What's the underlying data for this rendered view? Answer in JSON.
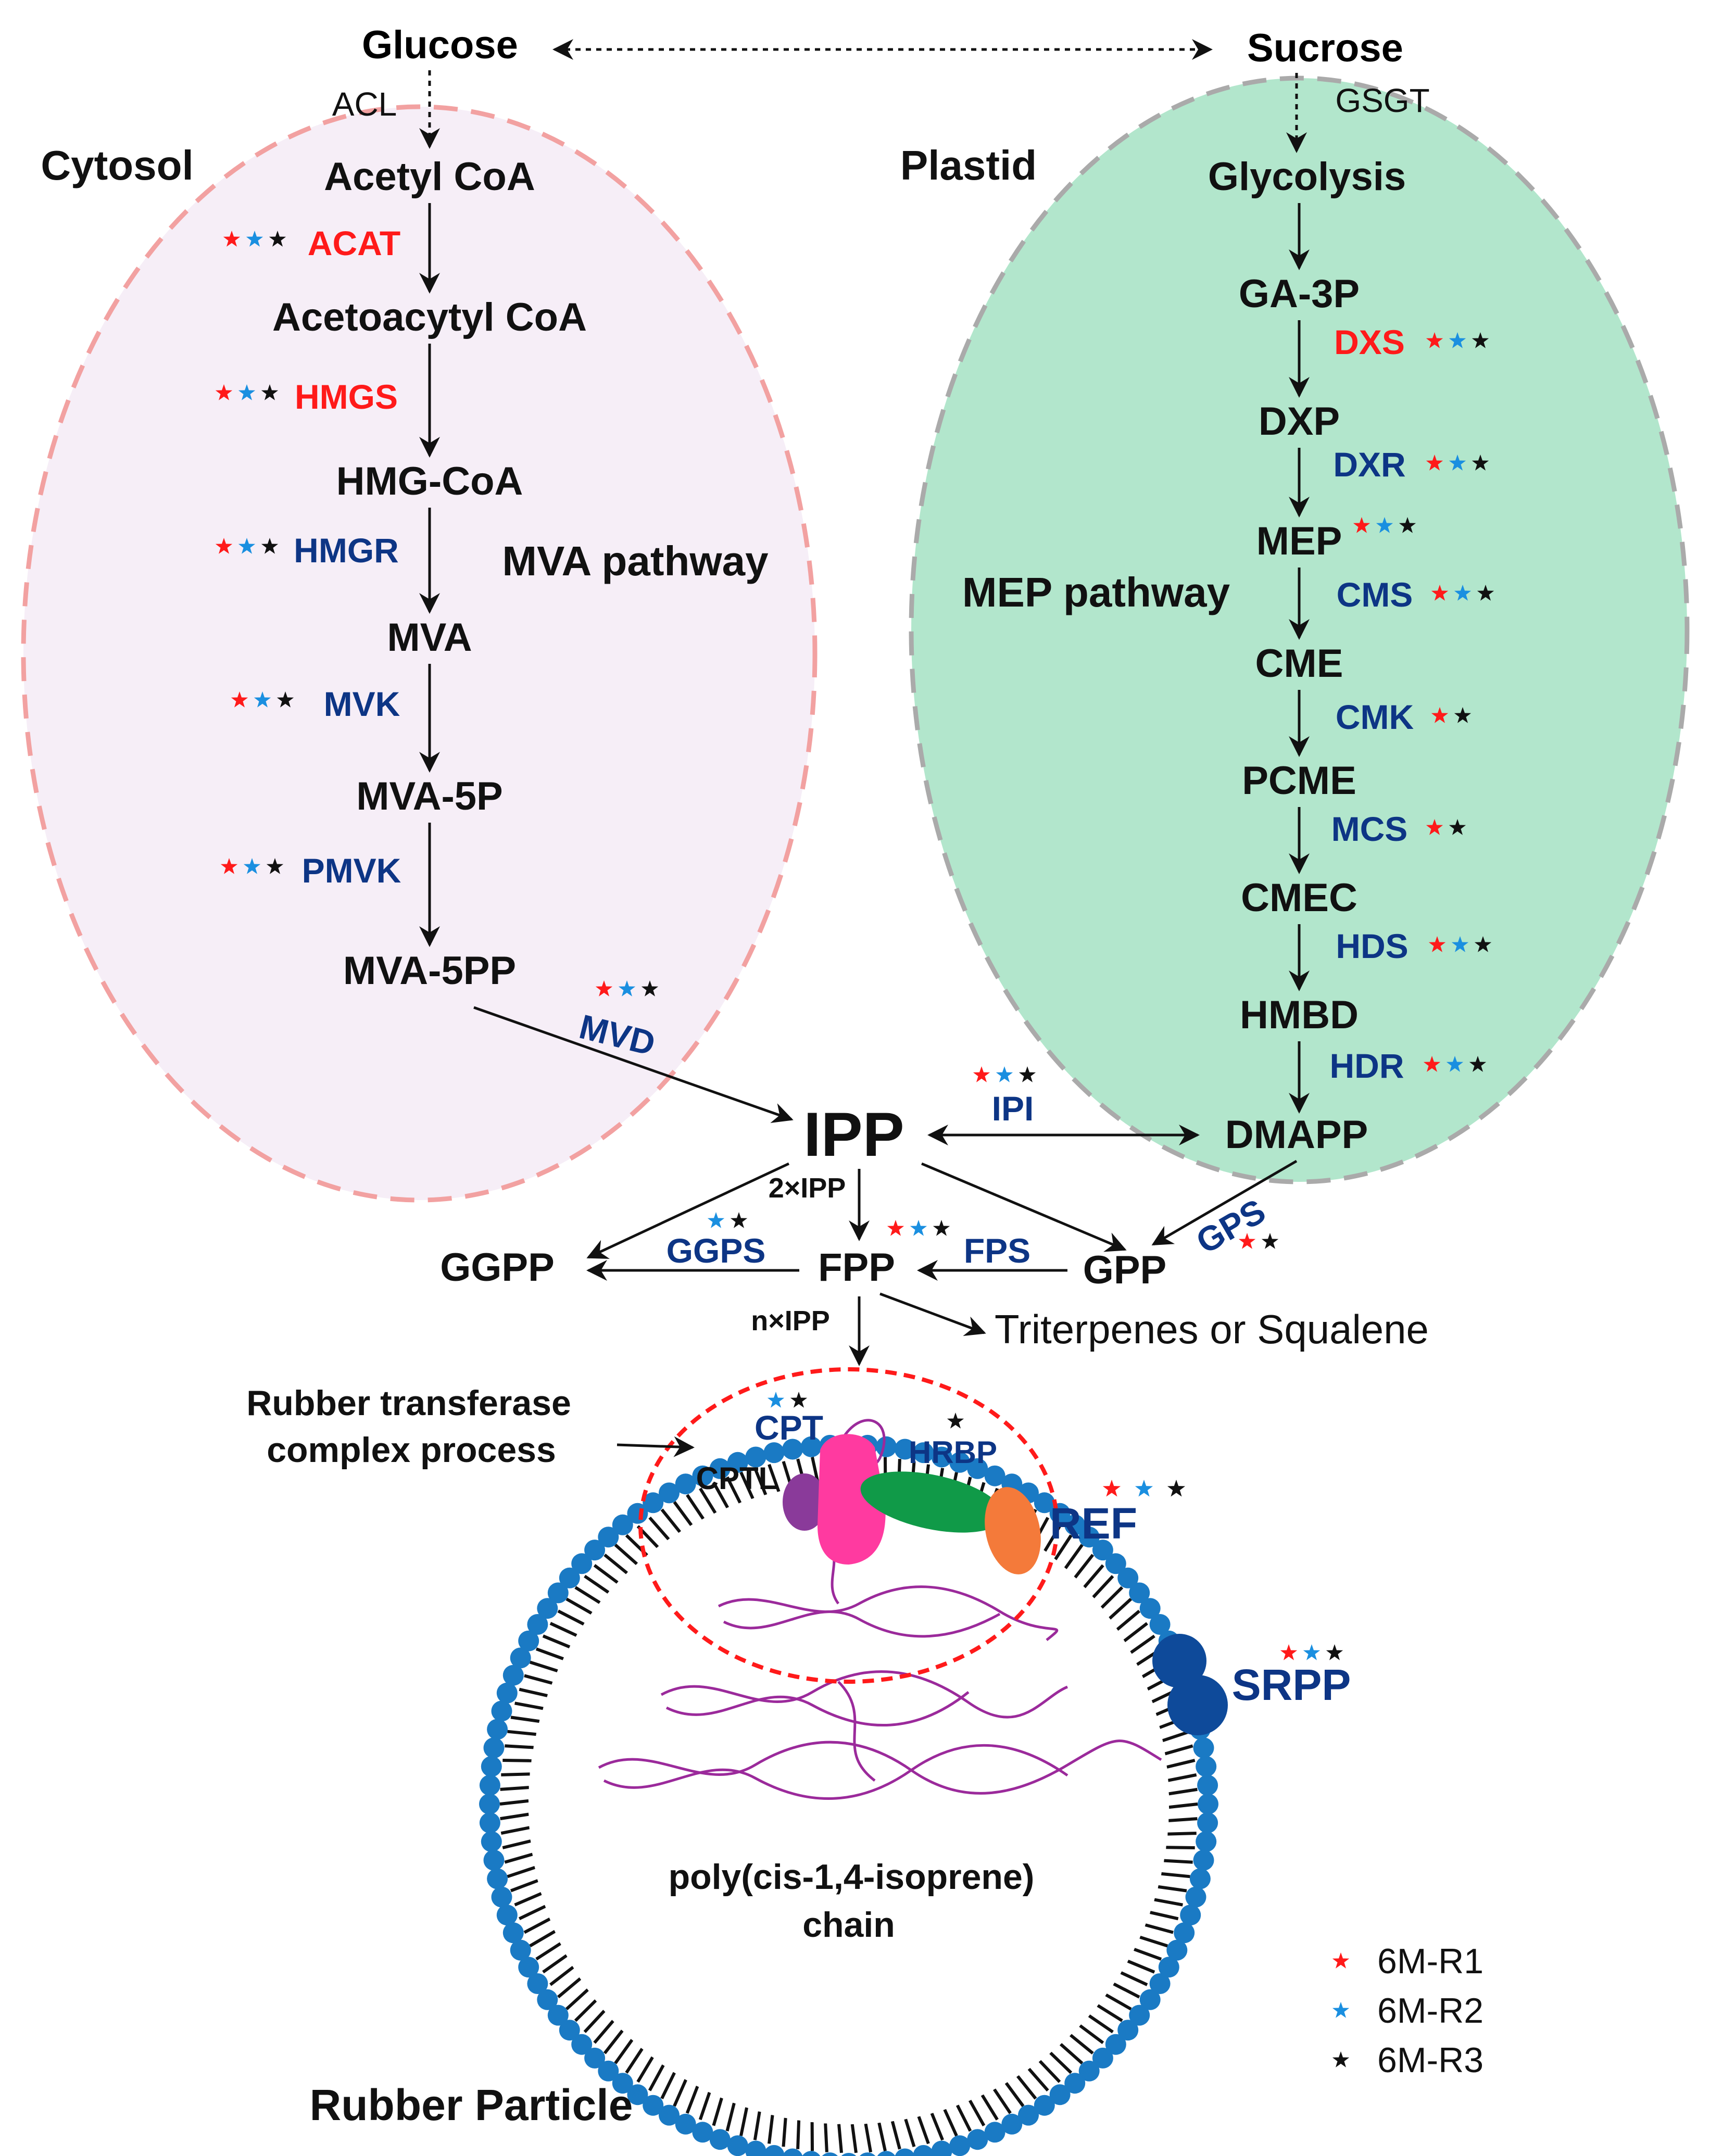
{
  "colors": {
    "red": "#ff1a1a",
    "blue": "#1a8fe0",
    "black": "#111111",
    "enzyme_blue": "#0d3585",
    "enzyme_red": "#ff1a1a",
    "cytosol_fill": "#f6eef7",
    "cytosol_border": "#f2a1a1",
    "plastid_fill": "#b2e6cc",
    "plastid_border": "#aaaaaa",
    "membrane_bead": "#1a7ac4",
    "chain": "#9b2a9b",
    "cpt": "#ff3aa0",
    "hrbp": "#109a48",
    "ref": "#f47a3a",
    "cptl": "#8a3a9a",
    "srpp": "#0e4a9a"
  },
  "top": {
    "glucose": "Glucose",
    "sucrose": "Sucrose",
    "acl": "ACL",
    "gsgt": "GSGT"
  },
  "regions": {
    "cytosol": "Cytosol",
    "plastid": "Plastid",
    "mva_pathway": "MVA pathway",
    "mep_pathway": "MEP pathway",
    "rubber_particle": "Rubber Particle"
  },
  "mva": {
    "metabolites": [
      "Acetyl CoA",
      "Acetoacytyl CoA",
      "HMG-CoA",
      "MVA",
      "MVA-5P",
      "MVA-5PP"
    ],
    "enzymes": [
      {
        "name": "ACAT",
        "color": "red",
        "stars": [
          "red",
          "blue",
          "black"
        ]
      },
      {
        "name": "HMGS",
        "color": "red",
        "stars": [
          "red",
          "blue",
          "black"
        ]
      },
      {
        "name": "HMGR",
        "color": "blue",
        "stars": [
          "red",
          "blue",
          "black"
        ]
      },
      {
        "name": "MVK",
        "color": "blue",
        "stars": [
          "red",
          "blue",
          "black"
        ]
      },
      {
        "name": "PMVK",
        "color": "blue",
        "stars": [
          "red",
          "blue",
          "black"
        ]
      }
    ],
    "mvd": {
      "name": "MVD",
      "stars": [
        "red",
        "blue",
        "black"
      ]
    }
  },
  "mep": {
    "metabolites": [
      "Glycolysis",
      "GA-3P",
      "DXP",
      "MEP",
      "CME",
      "PCME",
      "CMEC",
      "HMBD",
      "DMAPP"
    ],
    "enzymes": [
      {
        "name": "DXS",
        "color": "red",
        "stars": [
          "red",
          "blue",
          "black"
        ]
      },
      {
        "name": "DXR",
        "color": "blue",
        "stars": [
          "red",
          "blue",
          "black"
        ]
      },
      {
        "name": "CMS",
        "color": "blue",
        "stars": [
          "red",
          "blue",
          "black"
        ]
      },
      {
        "name": "CMK",
        "color": "blue",
        "stars": [
          "red",
          "black"
        ]
      },
      {
        "name": "MCS",
        "color": "blue",
        "stars": [
          "red",
          "black"
        ]
      },
      {
        "name": "HDS",
        "color": "blue",
        "stars": [
          "red",
          "blue",
          "black"
        ]
      },
      {
        "name": "HDR",
        "color": "blue",
        "stars": [
          "red",
          "blue",
          "black"
        ]
      }
    ],
    "mep_stars": [
      "red",
      "blue",
      "black"
    ]
  },
  "central": {
    "ipp": "IPP",
    "ipi": {
      "name": "IPI",
      "stars": [
        "red",
        "blue",
        "black"
      ]
    },
    "two_ipp": "2×IPP",
    "n_ipp": "n×IPP",
    "ggpp": "GGPP",
    "fpp": "FPP",
    "gpp": "GPP",
    "ggps": {
      "name": "GGPS",
      "stars": [
        "blue",
        "black"
      ]
    },
    "fps": {
      "name": "FPS",
      "stars": [
        "red",
        "blue",
        "black"
      ]
    },
    "gps": {
      "name": "GPS",
      "stars": [
        "red",
        "black"
      ]
    },
    "triterpenes": "Triterpenes or Squalene"
  },
  "particle": {
    "rtc_line1": "Rubber transferase",
    "rtc_line2": "complex  process",
    "cpt": {
      "name": "CPT",
      "stars": [
        "blue",
        "black"
      ]
    },
    "cptl": "CPTL",
    "hrbp": {
      "name": "HRBP",
      "stars": [
        "black"
      ]
    },
    "ref": {
      "name": "REF",
      "stars": [
        "red",
        "blue",
        "black"
      ]
    },
    "srpp": {
      "name": "SRPP",
      "stars": [
        "red",
        "blue",
        "black"
      ]
    },
    "chain_line1": "poly(cis-1,4-isoprene)",
    "chain_line2": "chain"
  },
  "legend": [
    {
      "color": "red",
      "label": "6M-R1"
    },
    {
      "color": "blue",
      "label": "6M-R2"
    },
    {
      "color": "black",
      "label": "6M-R3"
    }
  ]
}
